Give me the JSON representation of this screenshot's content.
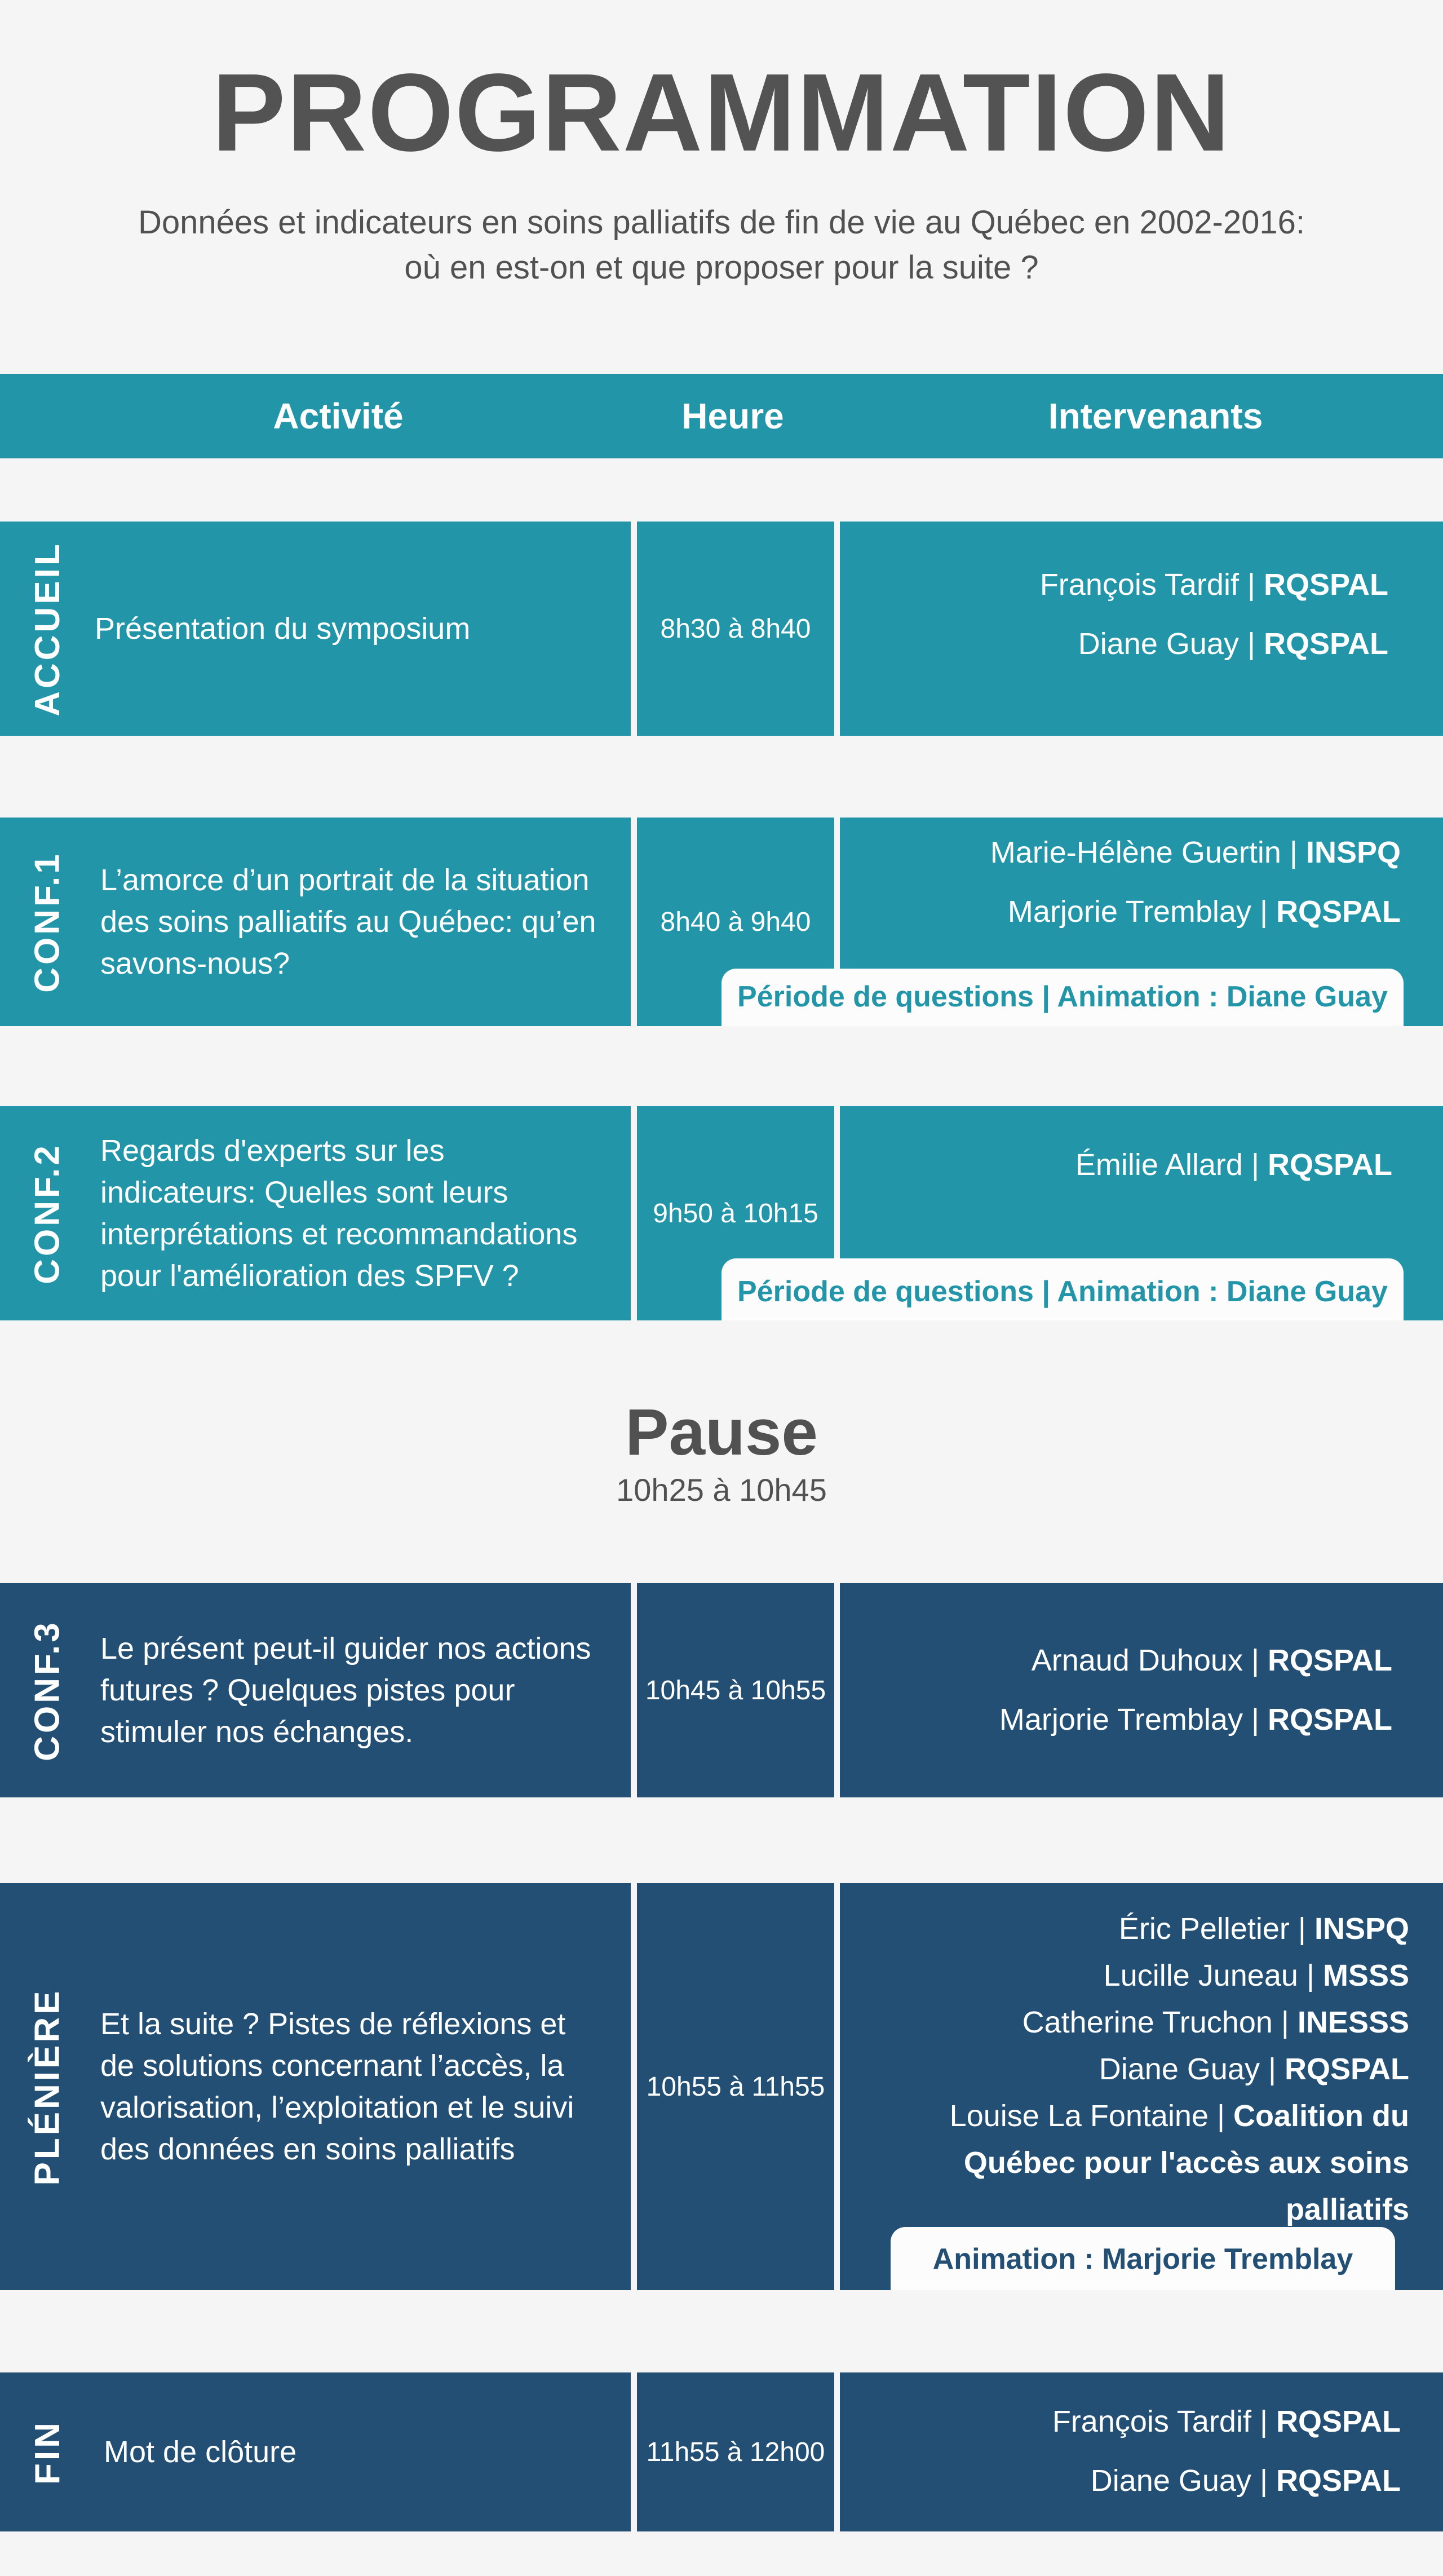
{
  "title": "PROGRAMMATION",
  "subtitle": {
    "line1": "Données et indicateurs en soins palliatifs de fin de vie au Québec en 2002-2016:",
    "line2": "où en est-on et que proposer pour la suite ?"
  },
  "header": {
    "activite": "Activité",
    "heure": "Heure",
    "intervenants": "Intervenants"
  },
  "colors": {
    "teal": "#2295a8",
    "navy": "#234f74",
    "background": "#f6f5f6",
    "text_dark": "#535353"
  },
  "sections": [
    {
      "label": "ACCUEIL",
      "activity": "Présentation du symposium",
      "time": "8h30 à 8h40",
      "speakers": [
        {
          "name": "François Tardif | ",
          "org": "RQSPAL"
        },
        {
          "name": "Diane Guay | ",
          "org": "RQSPAL"
        }
      ]
    },
    {
      "label": "CONF.1",
      "activity": "L’amorce d’un portrait de la situation des soins palliatifs au Québec: qu’en savons-nous?",
      "time": "8h40 à 9h40",
      "speakers": [
        {
          "name": "Marie-Hélène Guertin | ",
          "org": "INSPQ"
        },
        {
          "name": "Marjorie Tremblay | ",
          "org": "RQSPAL"
        }
      ],
      "questions": "Période de questions | Animation : Diane Guay"
    },
    {
      "label": "CONF.2",
      "activity": "Regards d'experts sur les indicateurs: Quelles sont leurs interprétations et recommandations pour l'amélioration des SPFV ?",
      "time": "9h50 à 10h15",
      "speakers": [
        {
          "name": "Émilie Allard | ",
          "org": "RQSPAL"
        }
      ],
      "questions": "Période de questions | Animation : Diane Guay"
    },
    {
      "label": "CONF.3",
      "activity": "Le présent peut-il guider nos actions futures ? Quelques pistes pour stimuler nos échanges.",
      "time": "10h45 à 10h55",
      "speakers": [
        {
          "name": "Arnaud Duhoux | ",
          "org": "RQSPAL"
        },
        {
          "name": "Marjorie Tremblay | ",
          "org": "RQSPAL"
        }
      ]
    },
    {
      "label": "PLÉNIÈRE",
      "activity": "Et la suite ? Pistes de réflexions et de solutions concernant l’accès, la valorisation, l’exploitation et le suivi des données en soins palliatifs",
      "time": "10h55 à 11h55",
      "speakers": [
        {
          "name": "Éric Pelletier | ",
          "org": "INSPQ"
        },
        {
          "name": "Lucille Juneau | ",
          "org": "MSSS"
        },
        {
          "name": "Catherine Truchon | ",
          "org": "INESSS"
        },
        {
          "name": "Diane Guay | ",
          "org": "RQSPAL"
        },
        {
          "name": "Louise La Fontaine | ",
          "org": "Coalition du"
        },
        {
          "name": "",
          "org": "Québec pour l'accès aux soins palliatifs"
        }
      ],
      "questions": "Animation : Marjorie Tremblay"
    },
    {
      "label": "FIN",
      "activity": "Mot de clôture",
      "time": "11h55 à 12h00",
      "speakers": [
        {
          "name": "François Tardif | ",
          "org": "RQSPAL"
        },
        {
          "name": "Diane Guay | ",
          "org": "RQSPAL"
        }
      ]
    }
  ],
  "pause": {
    "title": "Pause",
    "time": "10h25 à 10h45"
  }
}
